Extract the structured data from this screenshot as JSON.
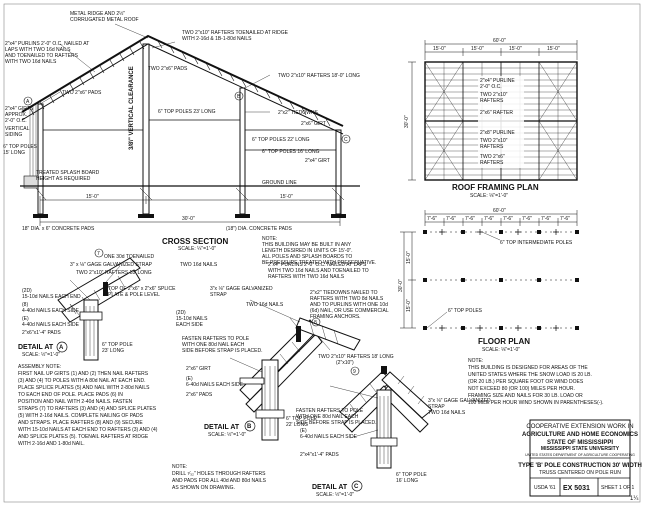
{
  "cross_section": {
    "notes": {
      "ridge_roofing": [
        "METAL RIDGE AND 2½\"",
        "CORRUGATED METAL ROOF"
      ],
      "purlins": [
        "2\"x4\" PURLINS 2'-0\" O.C. NAILED AT",
        "LAPS WITH TWO 16d NAILS",
        "AND TOENAILED TO RAFTERS",
        "WITH TWO 16d NAILS"
      ],
      "ridge_rafters": [
        "TWO 2\"x10\" RAFTERS TOENAILED AT RIDGE",
        "WITH 2-16d & 1B-1-80d NAILS"
      ],
      "pads": "TWO 2\"x6\" PADS",
      "rafters_18": "TWO 2\"x10\" RAFTERS 18'-0\" LONG",
      "two_pads": "TWO 2\"x6\" PADS",
      "tiedowns": "2\"x2\" TIEDOWNS",
      "girts": [
        "2\"x4\" GIRTS",
        "APPROX.",
        "2'-0\" O.C."
      ],
      "siding": [
        "VERTICAL",
        "SIDING"
      ],
      "top_poles_left": [
        "6\" TOP POLES",
        "15' LONG"
      ],
      "top_poles_22": "6\" TOP POLES 22' LONG",
      "top_poles_23": "6\" TOP POLES 23' LONG",
      "top_poles_16": "6\" TOP POLES 16' LONG",
      "girt_6": "2\"x6\" GIRT",
      "girt_4": "2\"x4\" GIRT",
      "splash": [
        "TREATED SPLASH BOARD",
        "HEIGHT AS REQUIRED"
      ],
      "ground_line": "GROUND LINE",
      "pads_bottom": "18\" DIA. x 6\" CONCRETE PADS",
      "pads_bottom_right": "(18\") DIA. CONCRETE PADS"
    },
    "dims": {
      "bay_left": "15'-0\"",
      "bay_right": "15'-0\"",
      "overall": "30'-0\""
    },
    "title": "CROSS SECTION",
    "scale": "SCALE: ¼\"=1'-0\""
  },
  "general_note": [
    "NOTE:",
    "THIS BUILDING MAY BE BUILT IN ANY",
    "LENGTH DESIRED IN UNITS OF 15'-0\".",
    "ALL POLES AND SPLASH BOARDS TO",
    "BE PRESSURE TREATED WITH PRESERVATIVE."
  ],
  "roof_plan": {
    "dims": [
      "15'-0\"",
      "15'-0\"",
      "15'-0\"",
      "15'-0\""
    ],
    "overall": "60'-0\"",
    "side": "30'-0\"",
    "labels": [
      "2\"x4\" PURLINE",
      "2'-0\" O.C.",
      "TWO 2\"x10\"",
      "RAFTERS",
      "2\"x6\" RAFTER",
      "2\"x8\" PURLINE",
      "TWO 2\"x10\"",
      "RAFTERS",
      "TWO 2\"x6\"",
      "RAFTERS"
    ],
    "title": "ROOF FRAMING PLAN",
    "scale": "SCALE: ⅛\"=1'-0\""
  },
  "floor_plan": {
    "dims": [
      "7'-6\"",
      "7'-6\"",
      "7'-6\"",
      "7'-6\"",
      "7'-6\"",
      "7'-6\"",
      "7'-6\"",
      "7'-6\""
    ],
    "overall": "60'-0\"",
    "side_dims": [
      "15'-0\"",
      "15'-0\""
    ],
    "side_overall": "30'-0\"",
    "intermediate": "6\" TOP INTERMEDIATE POLES",
    "top_poles": "6\" TOP POLES",
    "title": "FLOOR PLAN",
    "scale": "SCALE: ⅛\"=1'-0\""
  },
  "detail_a": {
    "notes": [
      "ONE 30d TOENAILED",
      "3\" x ⅛\" GAGE GALVANIZED STRAP",
      "TWO 16d NAILS",
      "TWO 2\"x10\" RAFTERS 18' LONG",
      "TOP OF 2\"x6\" x 2\"x6\" SPLICE",
      "PLATE & POLE LEVEL",
      "(2D)",
      "15-10d NAILS EACH END",
      "(8)",
      "4-40d NAILS EACH SIDE",
      "(E)",
      "4-40d NAILS EACH SIDE",
      "2\"x6\"x1'-4\" PADS",
      "6\" TOP POLE",
      "23' LONG"
    ],
    "title": "DETAIL AT",
    "mark": "A",
    "scale": "SCALE: ½\"=1'-0\""
  },
  "detail_b": {
    "notes": [
      "2\"x4\" PURLINS 2'-0\" O.C. NAILED AT LAPS",
      "WITH TWO 16d NAILS AND TOENAILED TO",
      "RAFTERS WITH TWO 16d NAILS",
      "3\"x ⅛\" GAGE GALVANIZED",
      "STRAP",
      "TWO 16d NAILS",
      "2\"x2\" TIEDOWNS NAILED TO",
      "RAFTERS WITH TWO 8d NAILS",
      "AND TO PURLINS WITH ONE 10d",
      "(6d) NAIL, OR USE COMMERCIAL",
      "FRAMING ANCHORS.",
      "FASTEN RAFTERS TO POLE",
      "WITH ONE 80d NAIL EACH",
      "SIDE BEFORE STRAP IS PLACED.",
      "2\"x6\" GIRT",
      "(E)",
      "6-40d NAILS EACH SIDE",
      "2\"x6\" PADS",
      "6\" TOP POLE",
      "22' LONG",
      "(2D)",
      "15-10d NAILS",
      "EACH SIDE",
      "TWO 2\"x10\" RAFTERS 18' LONG",
      "(2\"x10\")"
    ],
    "title": "DETAIL AT",
    "mark": "B",
    "scale": "SCALE: ½\"=1'-0\""
  },
  "detail_c": {
    "notes": [
      "FASTEN RAFTERS TO POLE",
      "WITH ONE 80d NAIL EACH",
      "SIDE BEFORE STRAP IS PLACED.",
      "(E)",
      "6-40d NAILS EACH SIDE",
      "2\"x4\"x1'-4\" PADS",
      "6\" TOP POLE",
      "16' LONG",
      "3\"x ⅛\" GAGE GALVANIZED",
      "STRAP",
      "TWO 16d NAILS"
    ],
    "title": "DETAIL AT",
    "mark": "C",
    "scale": "SCALE: ½\"=1'-0\""
  },
  "assembly_note": [
    "ASSEMBLY NOTE:",
    "FIRST NAIL UP GIRTS (1) AND (2) THEN NAIL RAFTERS",
    "(3) AND (4) TO POLES WITH A 80d NAIL AT EACH END.",
    "PLACE SPLICE PLATES (5) AND NAIL WITH 2-80d NAILS",
    "TO EACH END OF POLE. PLACE PADS (6) IN",
    "POSITION AND NAIL WITH 2-40d NAILS. FASTEN",
    "STRAPS (7) TO RAFTERS (3) AND (4) AND SPLICE PLATES",
    "(5) WITH 2-16d NAILS. COMPLETE NAILING OF PADS",
    "AND STRAPS. PLACE RAFTERS (8) AND (9) SECURE",
    "WITH 15-10d NAILS AT EACH END TO RAFTERS (3) AND (4)",
    "AND SPLICE PLATES (5). TOENAIL RAFTERS AT RIDGE",
    "WITH 2-16d AND 1-80d NAIL."
  ],
  "drill_note": [
    "NOTE:",
    "DRILL ⁷⁄₃₂\" HOLES THROUGH RAFTERS",
    "AND PADS FOR ALL 40d AND 80d NAILS",
    "AS SHOWN ON DRAWING."
  ],
  "design_note": [
    "NOTE:",
    "THIS BUILDING IS DESIGNED FOR AREAS OF THE",
    "UNITED STATES WHERE THE SNOW LOAD IS 20 LB.",
    "(OR 20 LB.) PER SQUARE FOOT OR WIND DOES",
    "NOT EXCEED 80 (OR 100) MILES PER HOUR.",
    "FRAMING SIZE AND NAILS FOR 30 LB. LOAD OR",
    "100 MILE PER HOUR WIND SHOWN IN PARENTHESES(-)."
  ],
  "title_block": {
    "line1": "COOPERATIVE EXTENSION WORK IN",
    "line2": "AGRICULTURE AND HOME ECONOMICS",
    "line3": "STATE OF MISSISSIPPI",
    "line4": "MISSISSIPPI STATE UNIVERSITY",
    "line5": "UNITED STATES DEPARTMENT OF AGRICULTURE COOPERATING",
    "title": "TYPE 'B' POLE CONSTRUCTION 30' WIDTH",
    "subtitle": "TRUSS CENTERED ON POLE RUN",
    "usda": "USDA '61",
    "ex": "EX 5031",
    "sheet": "SHEET 1 OF 1"
  },
  "corner_mark": "1¼"
}
